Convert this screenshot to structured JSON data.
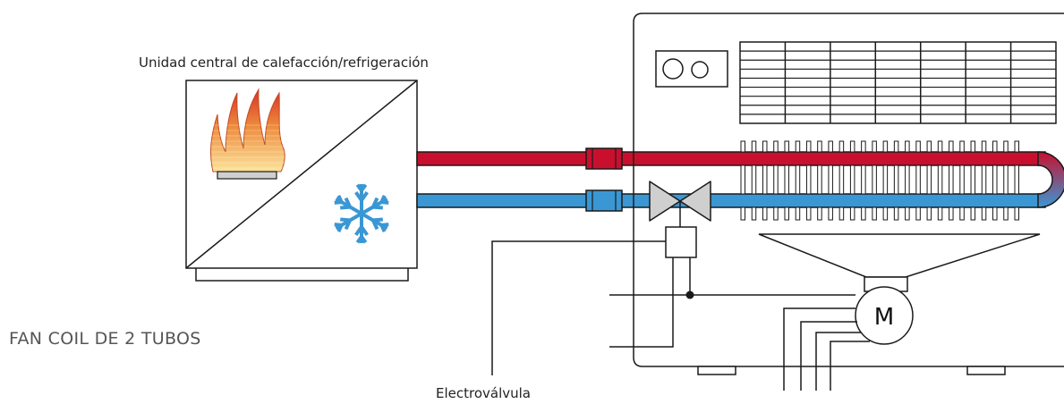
{
  "labels": {
    "central_unit": "Unidad central de calefacción/refrigeración",
    "title": "FAN COIL DE 2 TUBOS",
    "valve": "Electroválvula",
    "motor": "M"
  },
  "colors": {
    "hot_pipe": "#c8102e",
    "cold_pipe": "#3a97d4",
    "stroke": "#1a1a1a",
    "valve_fill": "#cfcfcf",
    "flame_outer": "#e2502a",
    "flame_inner": "#f7c766",
    "snowflake": "#3a97d4"
  },
  "icons": {
    "heating": "flame-icon",
    "cooling": "snowflake-icon",
    "valve": "valve-icon",
    "motor": "motor-icon"
  }
}
